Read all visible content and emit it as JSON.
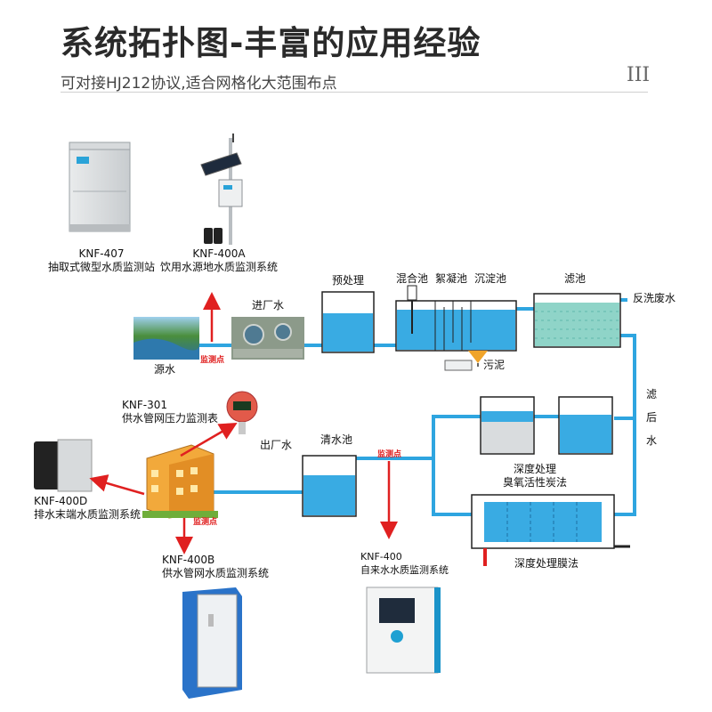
{
  "header": {
    "title": "系统拓扑图-丰富的应用经验",
    "subtitle": "可对接HJ212协议,适合网格化大范围布点",
    "section_mark": "III"
  },
  "devices": {
    "knf407": {
      "model": "KNF-407",
      "desc": "抽取式微型水质监测站"
    },
    "knf400a": {
      "model": "KNF-400A",
      "desc": "饮用水源地水质监测系统"
    },
    "knf301": {
      "model": "KNF-301",
      "desc": "供水管网压力监测表"
    },
    "knf400d": {
      "model": "KNF-400D",
      "desc": "排水末端水质监测系统"
    },
    "knf400b": {
      "model": "KNF-400B",
      "desc": "供水管网水质监测系统"
    },
    "knf400": {
      "model": "KNF-400",
      "desc": "自来水水质监测系统"
    }
  },
  "process": {
    "source_water": "源水",
    "inlet_water": "进厂水",
    "pretreatment": "预处理",
    "mixing": "混合池",
    "flocculation": "絮凝池",
    "sedimentation": "沉淀池",
    "sludge": "污泥",
    "filter": "滤池",
    "backwash": "反洗废水",
    "filtered_water": [
      "滤",
      "后",
      "水"
    ],
    "deep_ozone": "深度处理",
    "deep_ozone_2": "臭氧活性炭法",
    "deep_membrane": "深度处理膜法",
    "clear_pool": "清水池",
    "outlet_water": "出厂水"
  },
  "monitoring_point": "监测点",
  "colors": {
    "pipe": "#2ea5e0",
    "water": "#39abe3",
    "arrow": "#e02020",
    "building": "#f2a93b"
  }
}
